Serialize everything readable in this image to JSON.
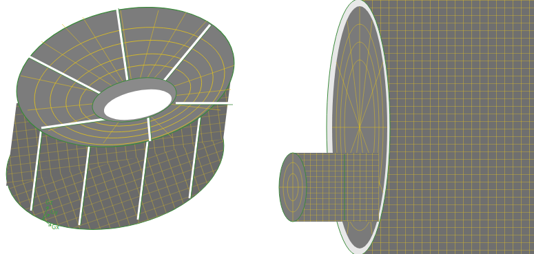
{
  "diagram": {
    "labels": [
      "Gz",
      "Gy",
      "Gx"
    ]
  }
}
